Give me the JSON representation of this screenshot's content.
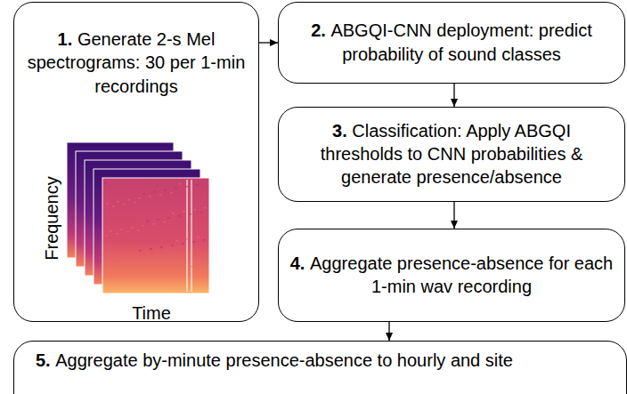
{
  "diagram": {
    "nodes": [
      {
        "text": [
          "1.",
          "Generate 2-s Mel spectrograms: 30 per 1-min recordings"
        ]
      },
      {
        "text": [
          "2.",
          "ABGQI-CNN deployment: predict probability of sound classes"
        ]
      },
      {
        "text": [
          "3.",
          "Classification: Apply ABGQI thresholds to CNN probabilities & generate presence/absence"
        ]
      },
      {
        "text": [
          "4.",
          "Aggregate presence-absence for each 1-min wav recording"
        ]
      },
      {
        "text": [
          "5.",
          "Aggregate by-minute presence-absence to hourly and site"
        ]
      }
    ],
    "edges": [
      {
        "from": 0,
        "to": 1,
        "arrow": "to"
      },
      {
        "from": 1,
        "to": 2,
        "arrow": "to"
      },
      {
        "from": 2,
        "to": 3,
        "arrow": "to"
      },
      {
        "from": 3,
        "to": 4,
        "arrow": "to"
      }
    ],
    "labels": [
      "Frequency",
      "Time"
    ]
  }
}
